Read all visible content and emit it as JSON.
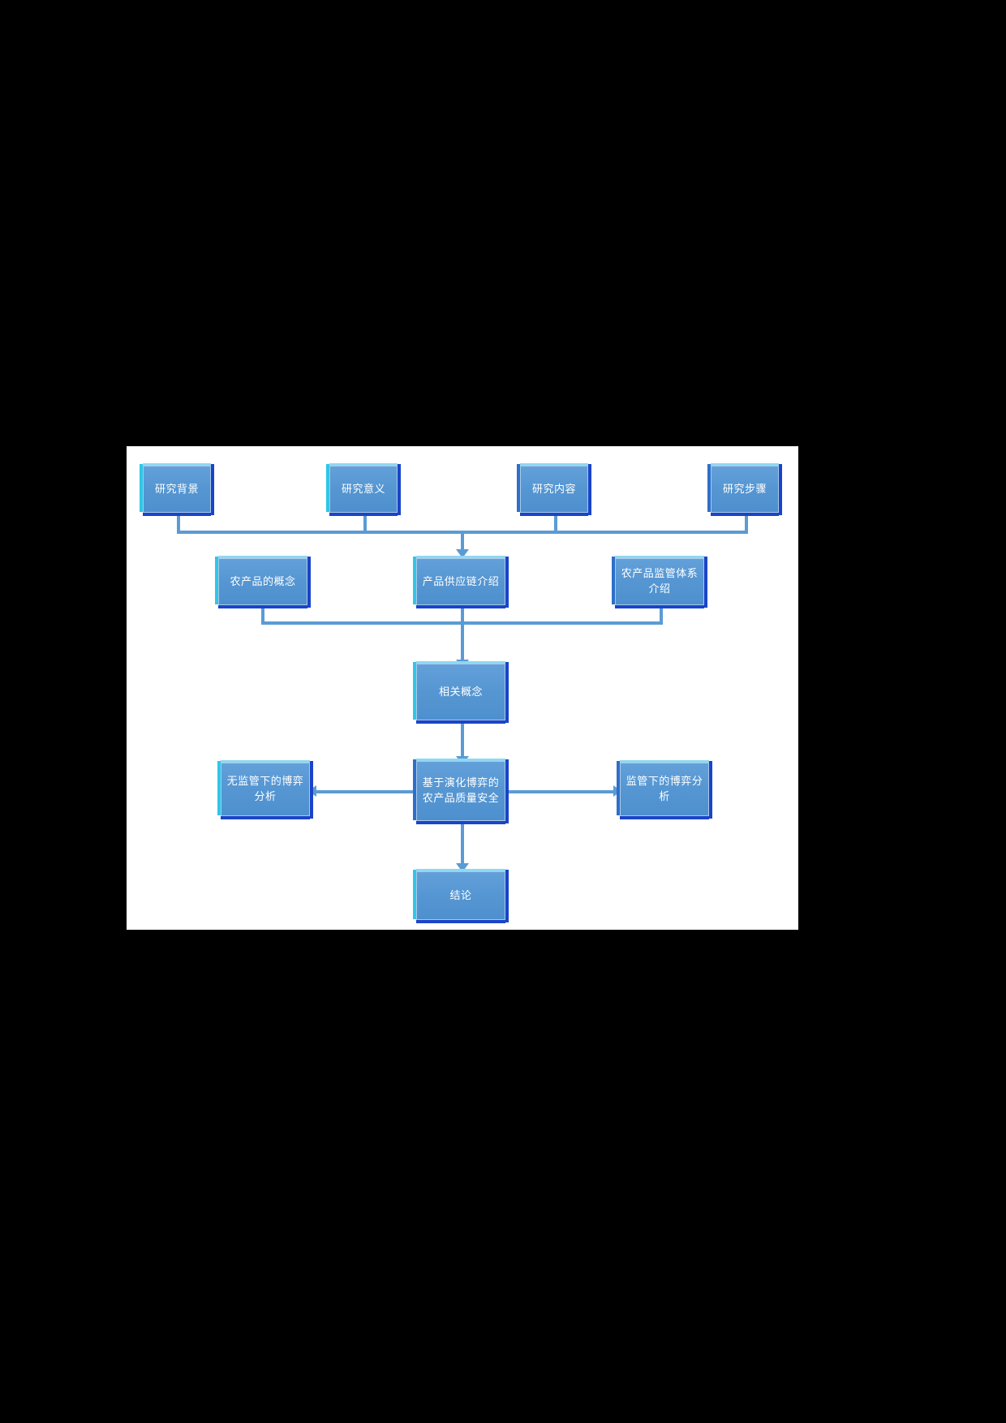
{
  "page": {
    "background_color": "#000000",
    "canvas_color": "#ffffff"
  },
  "diagram": {
    "type": "flowchart",
    "title": "",
    "node_fill_color": "#5B9BD5",
    "node_text_color": "#FFFFFF",
    "connector_color": "#5B9BD5",
    "highlight_edge_color": "#2FC6E8",
    "shadow_edge_color": "#1A44C8",
    "rows": [
      {
        "name": "row-research-outline",
        "nodes": [
          {
            "id": "n1",
            "label": "研究背景"
          },
          {
            "id": "n2",
            "label": "研究意义"
          },
          {
            "id": "n3",
            "label": "研究内容"
          },
          {
            "id": "n4",
            "label": "研究步骤"
          }
        ]
      },
      {
        "name": "row-concepts",
        "nodes": [
          {
            "id": "n5",
            "label": "农产品的概念"
          },
          {
            "id": "n6",
            "label": "产品供应链介绍"
          },
          {
            "id": "n7",
            "label": "农产品监管体系介绍"
          }
        ]
      },
      {
        "name": "row-related-concepts",
        "nodes": [
          {
            "id": "n8",
            "label": "相关概念"
          }
        ]
      },
      {
        "name": "row-game-analysis",
        "nodes": [
          {
            "id": "n9",
            "label": "无监管下的博弈分析"
          },
          {
            "id": "n10",
            "label": "基于演化博弈的农产品质量安全"
          },
          {
            "id": "n11",
            "label": "监管下的博弈分析"
          }
        ]
      },
      {
        "name": "row-conclusion",
        "nodes": [
          {
            "id": "n12",
            "label": "结论"
          }
        ]
      }
    ],
    "edges": [
      {
        "from": "n1",
        "to": "n6",
        "style": "orthogonal",
        "arrow": "down"
      },
      {
        "from": "n2",
        "to": "n6",
        "style": "orthogonal",
        "arrow": "down"
      },
      {
        "from": "n3",
        "to": "n6",
        "style": "orthogonal",
        "arrow": "down"
      },
      {
        "from": "n4",
        "to": "n6",
        "style": "orthogonal",
        "arrow": "down"
      },
      {
        "from": "n5",
        "to": "n8",
        "style": "orthogonal",
        "arrow": "down"
      },
      {
        "from": "n6",
        "to": "n8",
        "style": "straight",
        "arrow": "down"
      },
      {
        "from": "n7",
        "to": "n8",
        "style": "orthogonal",
        "arrow": "down"
      },
      {
        "from": "n8",
        "to": "n10",
        "style": "straight",
        "arrow": "down"
      },
      {
        "from": "n10",
        "to": "n9",
        "style": "straight",
        "arrow": "left"
      },
      {
        "from": "n10",
        "to": "n11",
        "style": "straight",
        "arrow": "right"
      },
      {
        "from": "n10",
        "to": "n12",
        "style": "straight",
        "arrow": "down"
      }
    ]
  }
}
